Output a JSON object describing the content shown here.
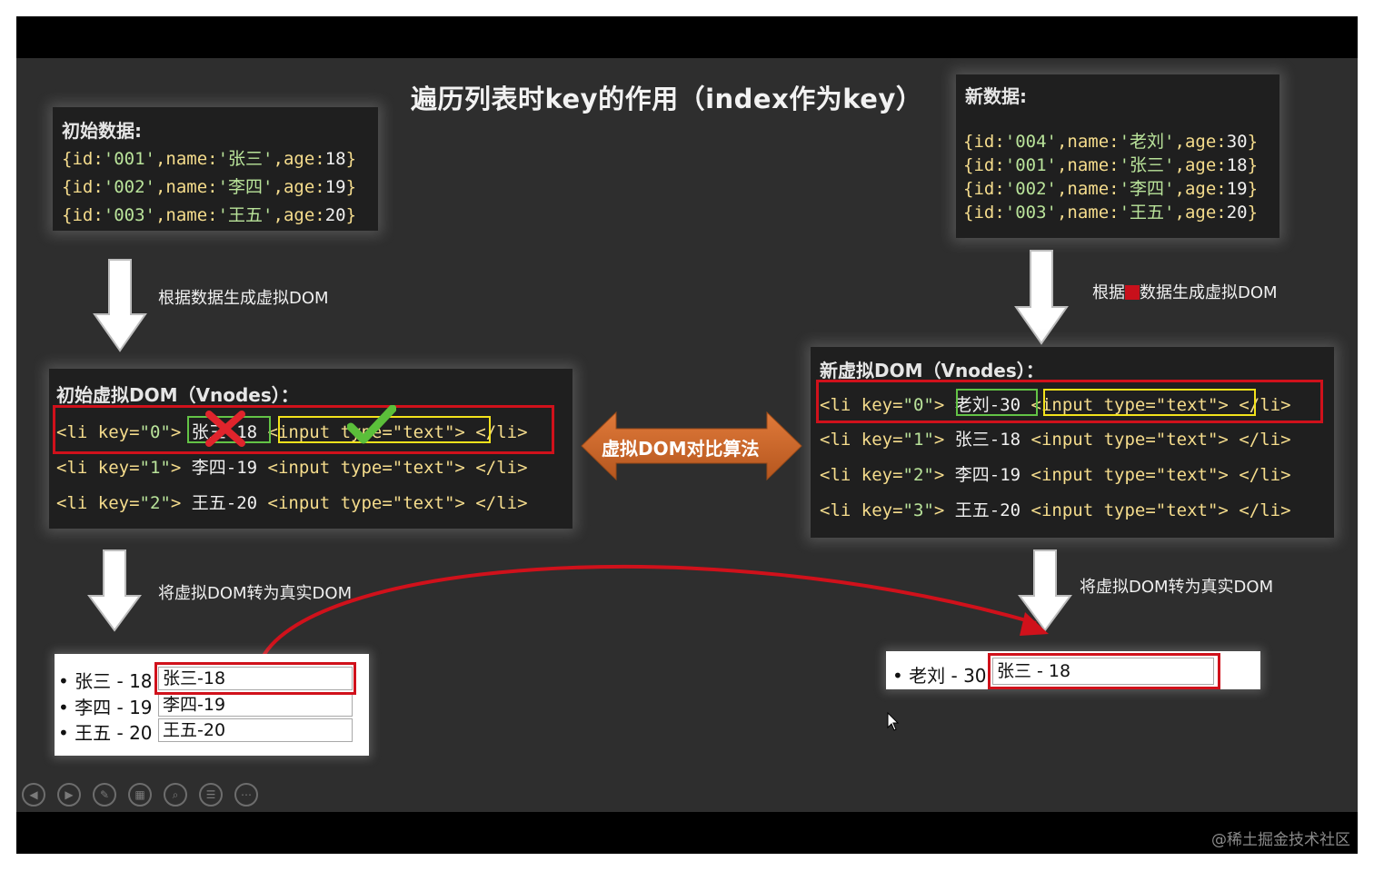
{
  "slide_title": "遍历列表时key的作用（index作为key）",
  "initial_data": {
    "title": "初始数据:",
    "lines": [
      {
        "id": "{id:",
        "idv": "'001'",
        "nk": ",name:",
        "nv": "'张三'",
        "ak": ",age:",
        "av": "18",
        "end": "}"
      },
      {
        "id": "{id:",
        "idv": "'002'",
        "nk": ",name:",
        "nv": "'李四'",
        "ak": ",age:",
        "av": "19",
        "end": "}"
      },
      {
        "id": "{id:",
        "idv": "'003'",
        "nk": ",name:",
        "nv": "'王五'",
        "ak": ",age:",
        "av": "20",
        "end": "}"
      }
    ]
  },
  "new_data": {
    "title": "新数据:",
    "lines": [
      {
        "id": "{id:",
        "idv": "'004'",
        "nk": ",name:",
        "nv": "'老刘'",
        "ak": ",age:",
        "av": "30",
        "end": "}"
      },
      {
        "id": "{id:",
        "idv": "'001'",
        "nk": ",name:",
        "nv": "'张三'",
        "ak": ",age:",
        "av": "18",
        "end": "}"
      },
      {
        "id": "{id:",
        "idv": "'002'",
        "nk": ",name:",
        "nv": "'李四'",
        "ak": ",age:",
        "av": "19",
        "end": "}"
      },
      {
        "id": "{id:",
        "idv": "'003'",
        "nk": ",name:",
        "nv": "'王五'",
        "ak": ",age:",
        "av": "20",
        "end": "}"
      }
    ]
  },
  "captions": {
    "left_generate": "根据数据生成虚拟DOM",
    "right_generate_a": "根据",
    "right_generate_b": "数据生成虚拟DOM",
    "left_to_real": "将虚拟DOM转为真实DOM",
    "right_to_real": "将虚拟DOM转为真实DOM"
  },
  "initial_vdom": {
    "title": "初始虚拟DOM（Vnodes）：",
    "li_open": "<li key=",
    "keys": [
      "\"0\"",
      "\"1\"",
      "\"2\""
    ],
    "gt": ">",
    "texts": [
      "张三-18",
      "李四-19",
      "王五-20"
    ],
    "input_tag": "<input type=\"text\">",
    "li_close": "</li>"
  },
  "new_vdom": {
    "title": "新虚拟DOM（Vnodes）：",
    "li_open": "<li key=",
    "keys": [
      "\"0\"",
      "\"1\"",
      "\"2\"",
      "\"3\""
    ],
    "gt": ">",
    "texts": [
      "老刘-30",
      "张三-18",
      "李四-19",
      "王五-20"
    ],
    "input_tag": "<input type=\"text\">",
    "li_close": "</li>"
  },
  "diff_label": "虚拟DOM对比算法",
  "initial_real_dom": {
    "items": [
      "张三 - 18",
      "李四 - 19",
      "王五 - 20"
    ],
    "inputs": [
      "张三-18",
      "李四-19",
      "王五-20"
    ]
  },
  "new_real_dom": {
    "items": [
      "老刘 - 30"
    ],
    "inputs": [
      "张三 - 18"
    ]
  },
  "watermark": "@稀土掘金技术社区",
  "colors": {
    "highlight_red": "#d0111b",
    "match_green": "#63c346",
    "input_yellow": "#f2e21b",
    "diff_arrow": "#d2691e"
  },
  "nav_icons": [
    "prev-icon",
    "next-icon",
    "pen-icon",
    "slides-icon",
    "zoom-icon",
    "subtitle-icon",
    "more-icon"
  ]
}
